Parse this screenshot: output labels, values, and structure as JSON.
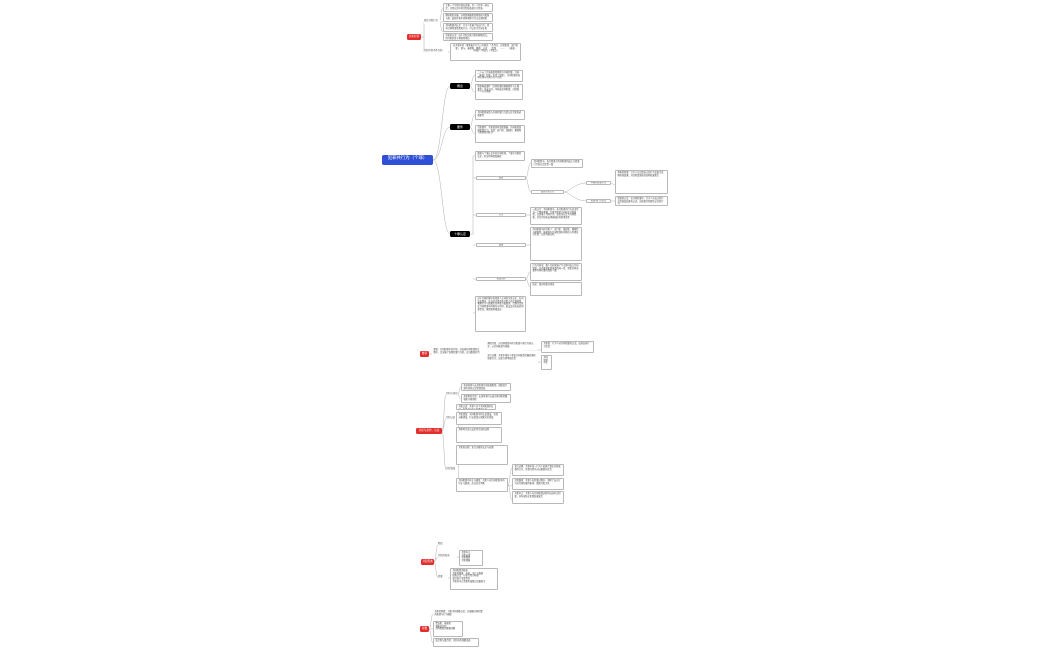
{
  "root": {
    "title": "犯罪共行为（个罪）"
  },
  "branches": {
    "top_red": {
      "label": "共犯犯罪"
    },
    "b1": {
      "label": "概念"
    },
    "b2": {
      "label": "要件"
    },
    "b3": {
      "label": "个罪认定"
    },
    "b4": {
      "label": "数罪"
    },
    "b5": {
      "label": "共犯与身份，认识"
    },
    "b6": {
      "label": "共犯形态"
    },
    "b7": {
      "label": "罪数"
    }
  },
  "top_section": {
    "sub1_label": "部分共犯行为",
    "sub2_label": "共犯中的不作为犯",
    "boxes": [
      "主要一个共犯中谁在实施，另一人也不一样认定，共犯认定中的共犯形态和行为性质",
      "帮助犯的实施：对犯罪预备阶段帮助的共犯参与者，依照共犯中具体帮助行为认定帮助犯",
      "共同犯罪的认定：行为人实施了各自行为，具有共同犯罪意思和行为，可认定为共同正犯",
      "共犯的认定：由于共犯对实行犯的帮助而已，但共犯仍处于帮助犯地位"
    ],
    "bottom_box": "在共犯中的『要素着手行为』的界定：「不作为、正犯犯罪、实行犯罪」　参与、被帮助、教唆、认识　　犯罪　　……　　（直接）　　（间接）/不成立（不成立）"
  },
  "b1_boxes": [
    "二人以上共同故意犯罪称为共同犯罪，共同（故意）犯罪，包括（犯罪）、共同犯罪的各种主体与共同行为人共犯",
    "犯罪构成要件（共同犯罪的客观要件与主观要件）不成立时，不构成共同犯罪，分别按个人行为处理"
  ],
  "b2_boxes": [
    "共同犯罪故意与共同犯罪行为是认定共犯的必备要件",
    "共犯要件：共犯者具有意思联络，共同故意实施犯罪行为，包括：实行犯、组织犯、教唆犯与帮助犯的区分"
  ],
  "b3_section": {
    "intro": "数罪与个罪认定中的共同犯罪，个罪中共犯的认定，区分具体情形确定",
    "labels": [
      "要素",
      "行为",
      "结果",
      "犯罪共同"
    ],
    "mid_box": "共同犯罪中，各共犯者对共同犯罪的成立与犯罪行为的认定是否一致",
    "mid_label": "部分共犯行为",
    "right_label1": "不能的犯罪行为",
    "right_label2": "犯罪的行为认定",
    "right_boxes": [
      "不能的犯罪：行为人认识到自己的行为会发生某种危害结果，并且希望或放任这种结果发生",
      "犯罪的认定：在共同犯罪中，行为人对自己的行为性质及结果有认识，应按照共犯理论认定其行为"
    ],
    "boxes": [
      "一般认为：共同犯罪中，各共犯者的行为应当作为一个整体考察，只要共犯者之间存在共同故意，且实施了共同行为，就应当认定为共同犯罪，并且共犯各自承担相应的刑事责任",
      "共同犯罪中的共犯人：实行犯、组织犯、教唆犯与帮助犯，依据其在共同犯罪中的地位与作用区分主犯、从犯与胁从犯",
      "行为共同说：数人共同实施了行为即可成立共同犯罪，并不要求犯罪故意的同一性；犯罪共同说要求共同犯罪的罪名一致",
      "结论：部分犯罪共同说"
    ],
    "bottom": "对于共同犯罪中各犯罪人之间的关系认定，在司法实践中，应当综合考虑各共犯人的主观故意、客观行为与因果关系等各方面因素，合理认定其在共同犯罪中的地位与作用，依法追究各自的刑事责任，做到罪刑相适应"
  },
  "b4_section": {
    "left": "数罪：共同犯罪中的共犯，在实施共同犯罪的过程中，又实施了其他犯罪行为的，应当数罪并罚",
    "box1": "帮助共犯：对共同犯罪中的共犯参与者行为的认定，以共同故意为基础",
    "box2": "实行过限：共犯中部分人超出共同故意范围实施的犯罪行为，由实行者单独负责",
    "right1": "共犯者：行为人对共同犯罪的认识，由其自身行为负责",
    "right2": "共同犯罪中止"
  },
  "b5_section": {
    "sub1": "共犯与身份",
    "sub2": "共犯认识",
    "sub3": "共犯错误",
    "boxes": [
      "有身份者与无身份者共同实施犯罪，按照实行犯的身份认定犯罪性质",
      "身份犯的共犯：无身份者可以成为身份犯的教唆犯与帮助犯",
      "共犯认识：共犯人对于共同犯罪的认识，包括对行为与结果的认识",
      "共犯错误：共同犯罪中的认识错误，包括对象错误、打击错误与因果关系错误",
      "具体符合说与法定符合说的适用",
      "共犯的过限：实行过限的认定与处理",
      "共同犯罪的中止与脱离：共犯人在共同犯罪中的中止与脱离，应当综合判断"
    ],
    "right_boxes": [
      "实行过限：共犯中某一行为人实施了超出共同故意的行为，其他共犯不对过限部分负责",
      "共犯脱离：共犯人在犯罪过程中，消除了自己行为对共同犯罪的影响，脱离共犯关系",
      "共犯中止：共犯人在共同犯罪过程中自动中止犯罪，并有效防止犯罪结果发生"
    ]
  },
  "b6_section": {
    "sub1": "阶段",
    "sub2": "共犯的形态",
    "sub3": "犯罪",
    "boxes": [
      "共犯中止\n共犯未遂\n共犯既遂\n共犯预备",
      "共同犯罪的形态\n共犯的预备、未遂、中止与既遂\n形态认定：以实行犯为标准\n部分实行全部责任\n共犯的中止需要有效阻止结果发生"
    ]
  },
  "b7_section": {
    "boxes": [
      "共犯的罪数：共犯中的罪数认定，应根据共同犯罪的故意与行为确定",
      "牵连犯、吸收犯\n想象竞合犯\n共同犯罪的罪数问题",
      "结合犯与集合犯：共犯中的罪数形态"
    ]
  }
}
